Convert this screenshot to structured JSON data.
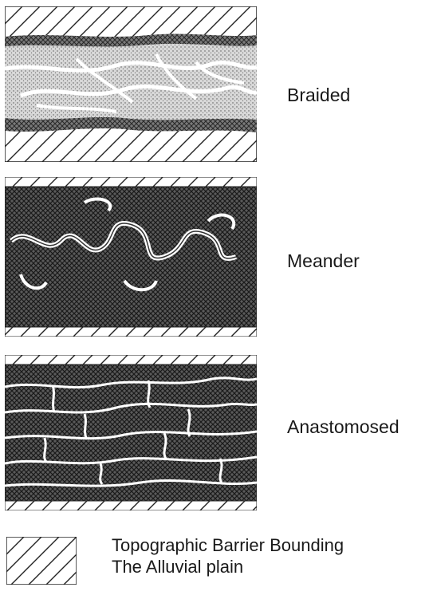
{
  "panels": [
    {
      "label": "Braided"
    },
    {
      "label": "Meander"
    },
    {
      "label": "Anastomosed"
    }
  ],
  "legend": {
    "line1": "Topographic Barrier Bounding",
    "line2": "The Alluvial plain"
  }
}
